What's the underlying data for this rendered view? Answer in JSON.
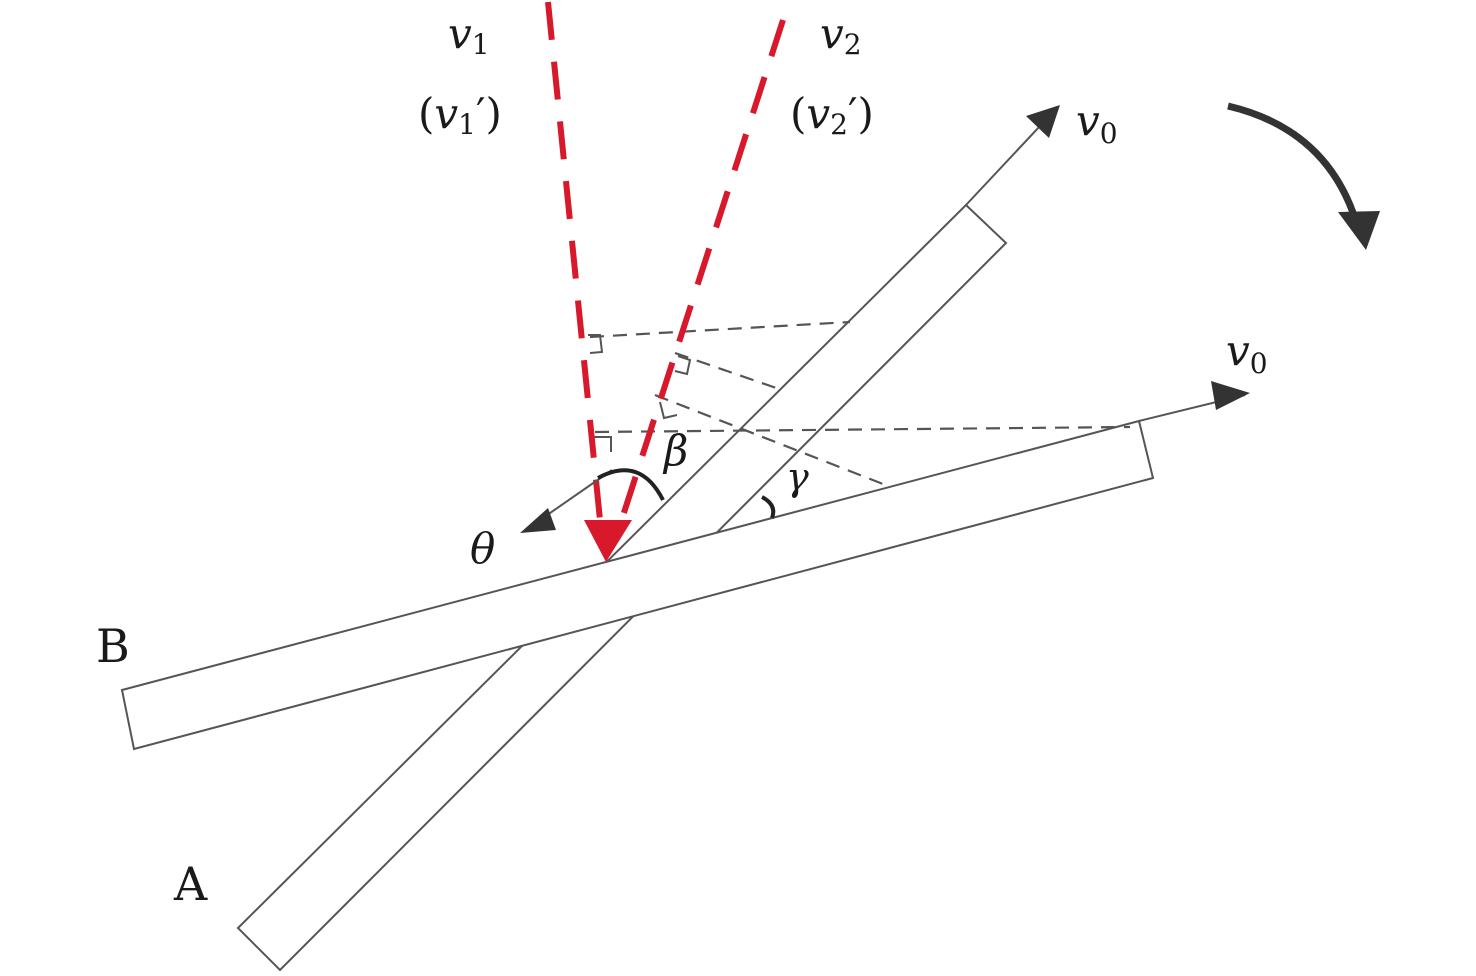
{
  "labels": {
    "v1": "v",
    "v1_sub": "1",
    "v1_prime_open": "(",
    "v1_prime_v": "v",
    "v1_prime_sub": "1",
    "v1_prime_close": "′)",
    "v2": "v",
    "v2_sub": "2",
    "v2_prime_open": "(",
    "v2_prime_v": "v",
    "v2_prime_sub": "2",
    "v2_prime_close": "′)",
    "v0_top": "v",
    "v0_top_sub": "0",
    "v0_right": "v",
    "v0_right_sub": "0",
    "beta": "β",
    "gamma": "γ",
    "theta": "θ",
    "plate_a": "A",
    "plate_b": "B"
  },
  "colors": {
    "laser": "#d7192b",
    "stroke": "#555555",
    "arrow": "#333333",
    "dashed": "#555555"
  }
}
